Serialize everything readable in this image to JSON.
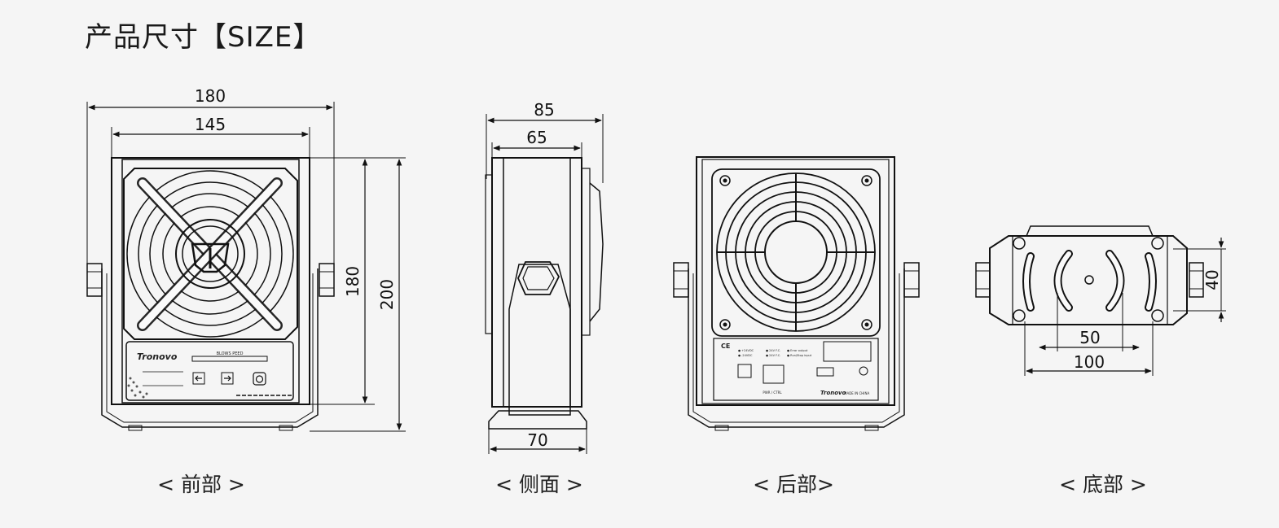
{
  "title": "产品尺寸【SIZE】",
  "views": {
    "front": {
      "label": "< 前部 >",
      "width_outer": "180",
      "width_inner": "145",
      "height_body": "180",
      "height_total": "200",
      "brand": "Tronovo",
      "panel_text": "BLOWS PEED"
    },
    "side": {
      "label": "< 侧面 >",
      "depth_outer": "85",
      "depth_inner": "65",
      "base_width": "70"
    },
    "back": {
      "label": "< 后部>",
      "brand": "Tronovo",
      "pwr_label": "PWR / CTRL",
      "made_in": "MADE IN CHINA"
    },
    "bottom": {
      "label": "< 底部 >",
      "hole_spacing": "50",
      "mount_width": "100",
      "depth": "40"
    }
  },
  "colors": {
    "line": "#111111",
    "background": "#f5f5f5"
  },
  "icons": [
    "arrow-left-icon",
    "arrow-right-icon",
    "power-icon",
    "ce-mark-icon"
  ]
}
